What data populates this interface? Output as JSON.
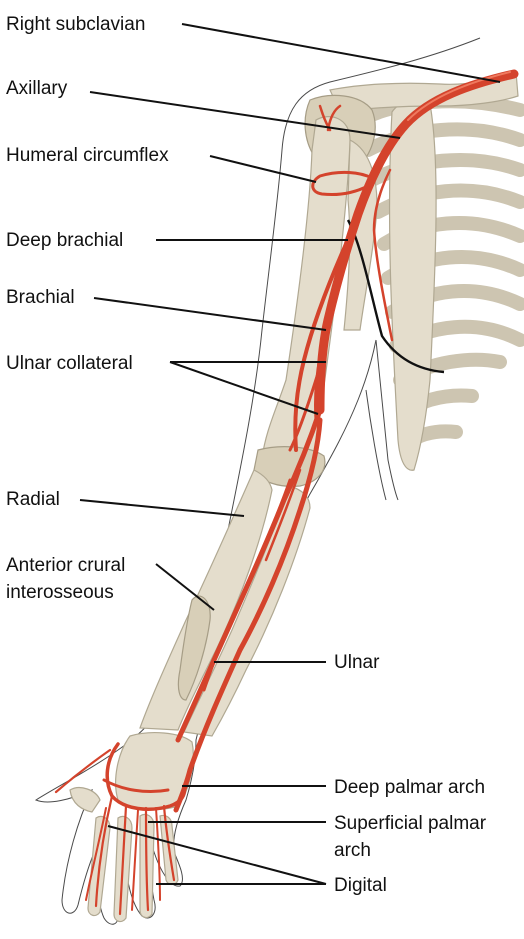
{
  "labels": {
    "right_subclavian": "Right subclavian",
    "axillary": "Axillary",
    "humeral_circumflex": "Humeral circumflex",
    "deep_brachial": "Deep brachial",
    "brachial": "Brachial",
    "ulnar_collateral": "Ulnar collateral",
    "radial": "Radial",
    "anterior_crural_line1": "Anterior crural",
    "anterior_crural_line2": "interosseous",
    "ulnar": "Ulnar",
    "deep_palmar_arch": "Deep palmar arch",
    "superficial_palmar_line1": "Superficial palmar",
    "superficial_palmar_line2": "arch",
    "digital": "Digital"
  },
  "colors": {
    "artery": "#d4432c",
    "bone": "#e4ddcc",
    "outline": "#4a4a4a"
  }
}
